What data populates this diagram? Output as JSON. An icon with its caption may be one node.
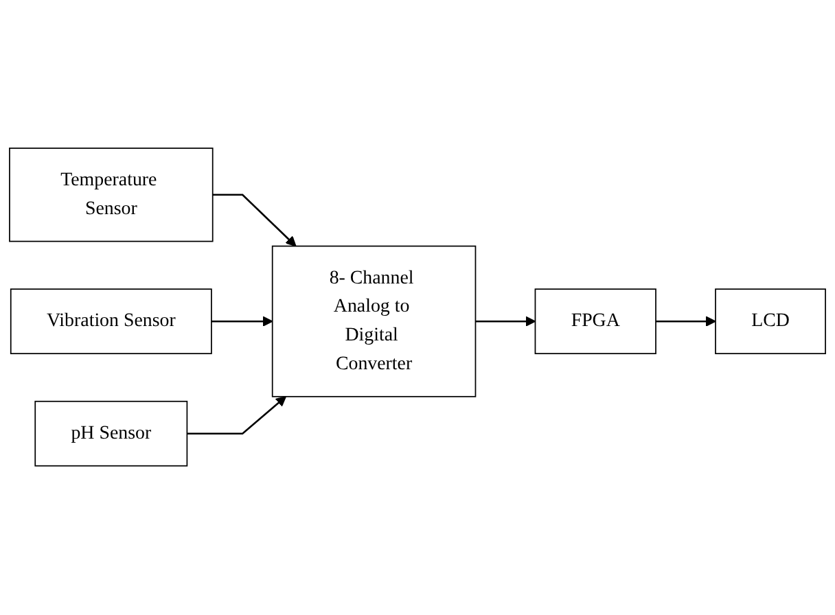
{
  "diagram": {
    "nodes": [
      {
        "text": [
          "Temperature Sensor"
        ]
      },
      {
        "text": [
          "Vibration Sensor"
        ]
      },
      {
        "text": [
          "pH Sensor"
        ]
      },
      {
        "text": [
          "8- Channel Analog to Digital Converter"
        ]
      },
      {
        "text": [
          "FPGA"
        ]
      },
      {
        "text": [
          "LCD"
        ]
      }
    ],
    "edges": [
      {
        "from": 0,
        "to": 3,
        "arrow": "to"
      },
      {
        "from": 1,
        "to": 3,
        "arrow": "to"
      },
      {
        "from": 2,
        "to": 3,
        "arrow": "to"
      },
      {
        "from": 3,
        "to": 4,
        "arrow": "to"
      },
      {
        "from": 4,
        "to": 5,
        "arrow": "to"
      }
    ]
  }
}
